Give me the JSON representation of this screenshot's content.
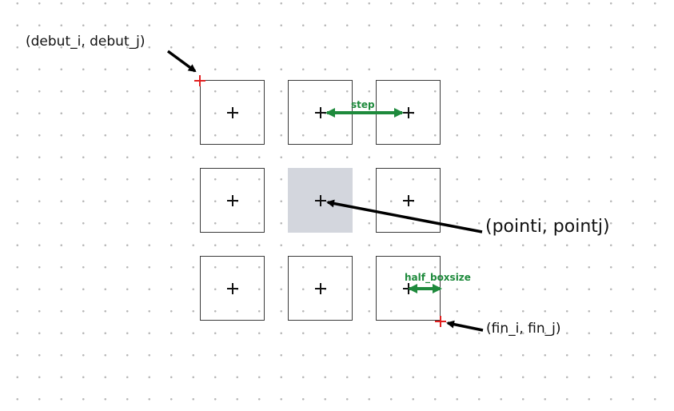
{
  "labels": {
    "debut": "(debut_i, debut_j)",
    "point": "(pointi, pointj)",
    "fin": "(fin_i, fin_j)",
    "step": "step",
    "half_boxsize": "half_boxsize"
  },
  "grid": {
    "rows": 3,
    "cols": 3,
    "shaded_cell": [
      1,
      1
    ]
  },
  "colors": {
    "box_border": "#3a3a3a",
    "shaded_fill": "#d3d6dd",
    "corner_marker": "#e02020",
    "dimension_arrow": "#1e8a3c",
    "pointer_arrow": "#000000"
  }
}
